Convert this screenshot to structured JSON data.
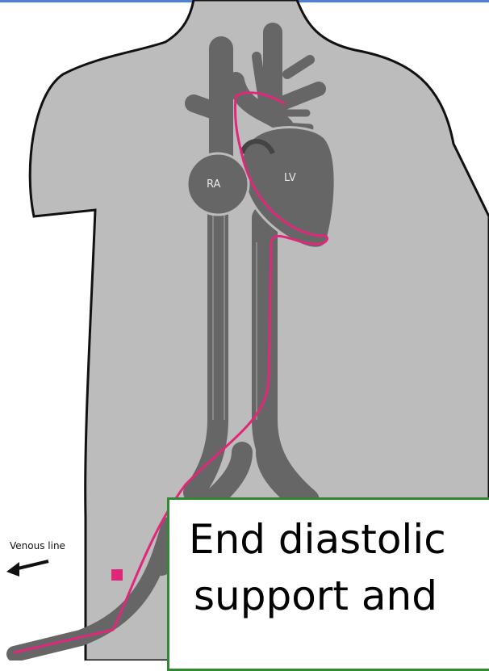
{
  "labels": {
    "right_atrium": "RA",
    "left_ventricle": "LV",
    "venous_line": "Venous line"
  },
  "callout": {
    "line1": "End diastolic",
    "line2": "support and"
  },
  "colors": {
    "body": "#bcbcbc",
    "vessel": "#666666",
    "catheter": "#e0287a",
    "callout_border": "#2f8a2f",
    "top_rule": "#4f7fd6"
  },
  "icons": [
    "arrow-left-icon"
  ]
}
